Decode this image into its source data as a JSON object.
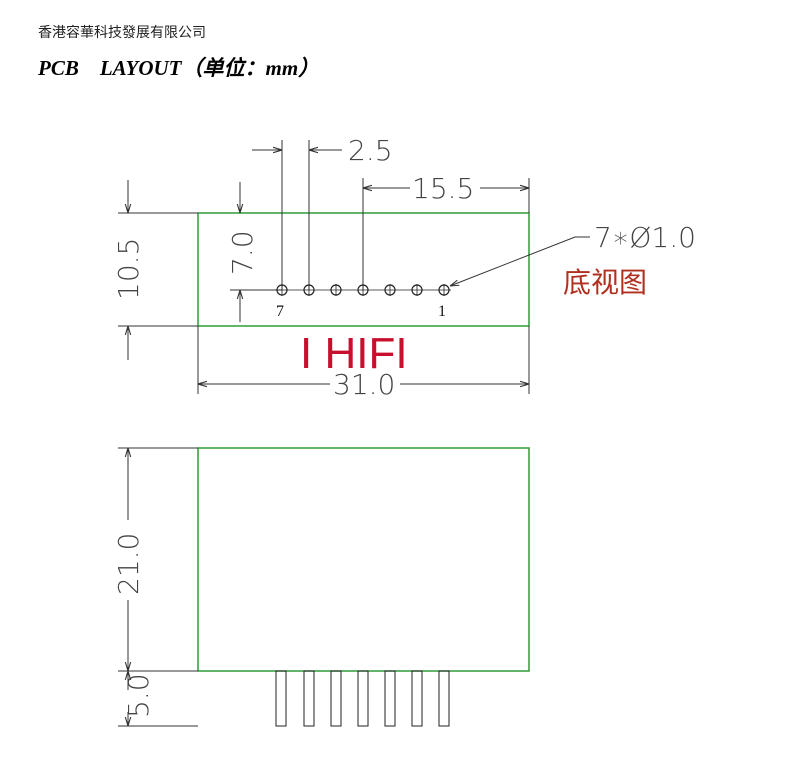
{
  "header": {
    "company": "香港容華科技發展有限公司",
    "title": "PCB    LAYOUT（单位：mm）"
  },
  "bottom_view": {
    "dim_pitch": "2.5",
    "dim_span": "15.5",
    "dim_pin_height": "7.0",
    "dim_height": "10.5",
    "dim_width": "31.0",
    "hole_spec": "7∗Ø1.0",
    "view_label": "底视图",
    "brand": "I HIFI",
    "pin_first": "7",
    "pin_last": "1"
  },
  "side_view": {
    "dim_body": "21.0",
    "dim_pins": "5.0"
  },
  "colors": {
    "outline": "#2e9b3a",
    "dimension": "#333333",
    "brand": "#c8102e",
    "label": "#b03020"
  }
}
